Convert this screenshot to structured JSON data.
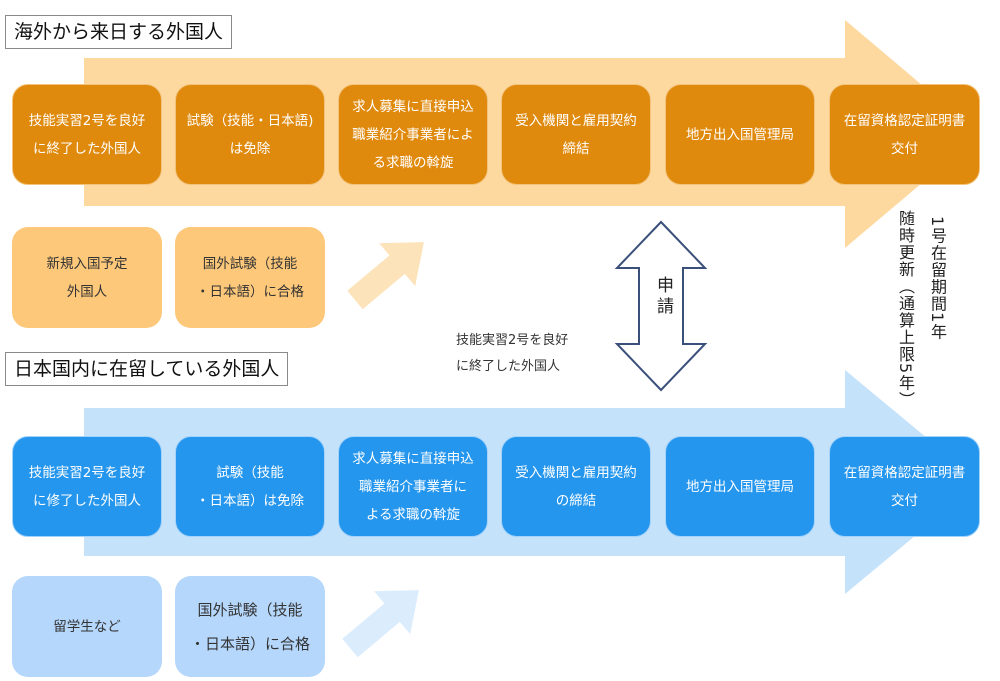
{
  "sections": {
    "overseas_title": "海外から来日する外国人",
    "domestic_title": "日本国内に在留している外国人"
  },
  "overseas": {
    "steps": [
      "技能実習2号を良好\nに終了した外国人",
      "試験（技能・日本語)\nは免除",
      "求人募集に直接申込\n職業紹介事業者によ\nる求職の斡旋",
      "受入機関と雇用契約\n締結",
      "地方出入国管理局",
      "在留資格認定証明書\n交付"
    ],
    "alt_start": "新規入国予定\n外国人",
    "alt_exam": "国外試験（技能\n・日本語）に合格"
  },
  "domestic": {
    "steps": [
      "技能実習2号を良好\nに修了した外国人",
      "試験（技能\n・日本語）は免除",
      "求人募集に直接申込\n職業紹介事業者に\nよる求職の斡旋",
      "受入機関と雇用契約\nの締結",
      "地方出入国管理局",
      "在留資格認定証明書\n交付"
    ],
    "alt_start": "留学生など",
    "alt_exam": "国外試験（技能\n・日本語）に合格"
  },
  "middle_note": "技能実習2号を良好\nに終了した外国人",
  "apply_label": "申請",
  "side_note_1": "1号在留期間1年",
  "side_note_2": "随時更新（通算上限5年）",
  "colors": {
    "orange_arrow": "#fdd9a0",
    "blue_arrow": "#c5e2fb",
    "dark_orange": "#e08a0d",
    "dark_blue": "#2596ee"
  }
}
